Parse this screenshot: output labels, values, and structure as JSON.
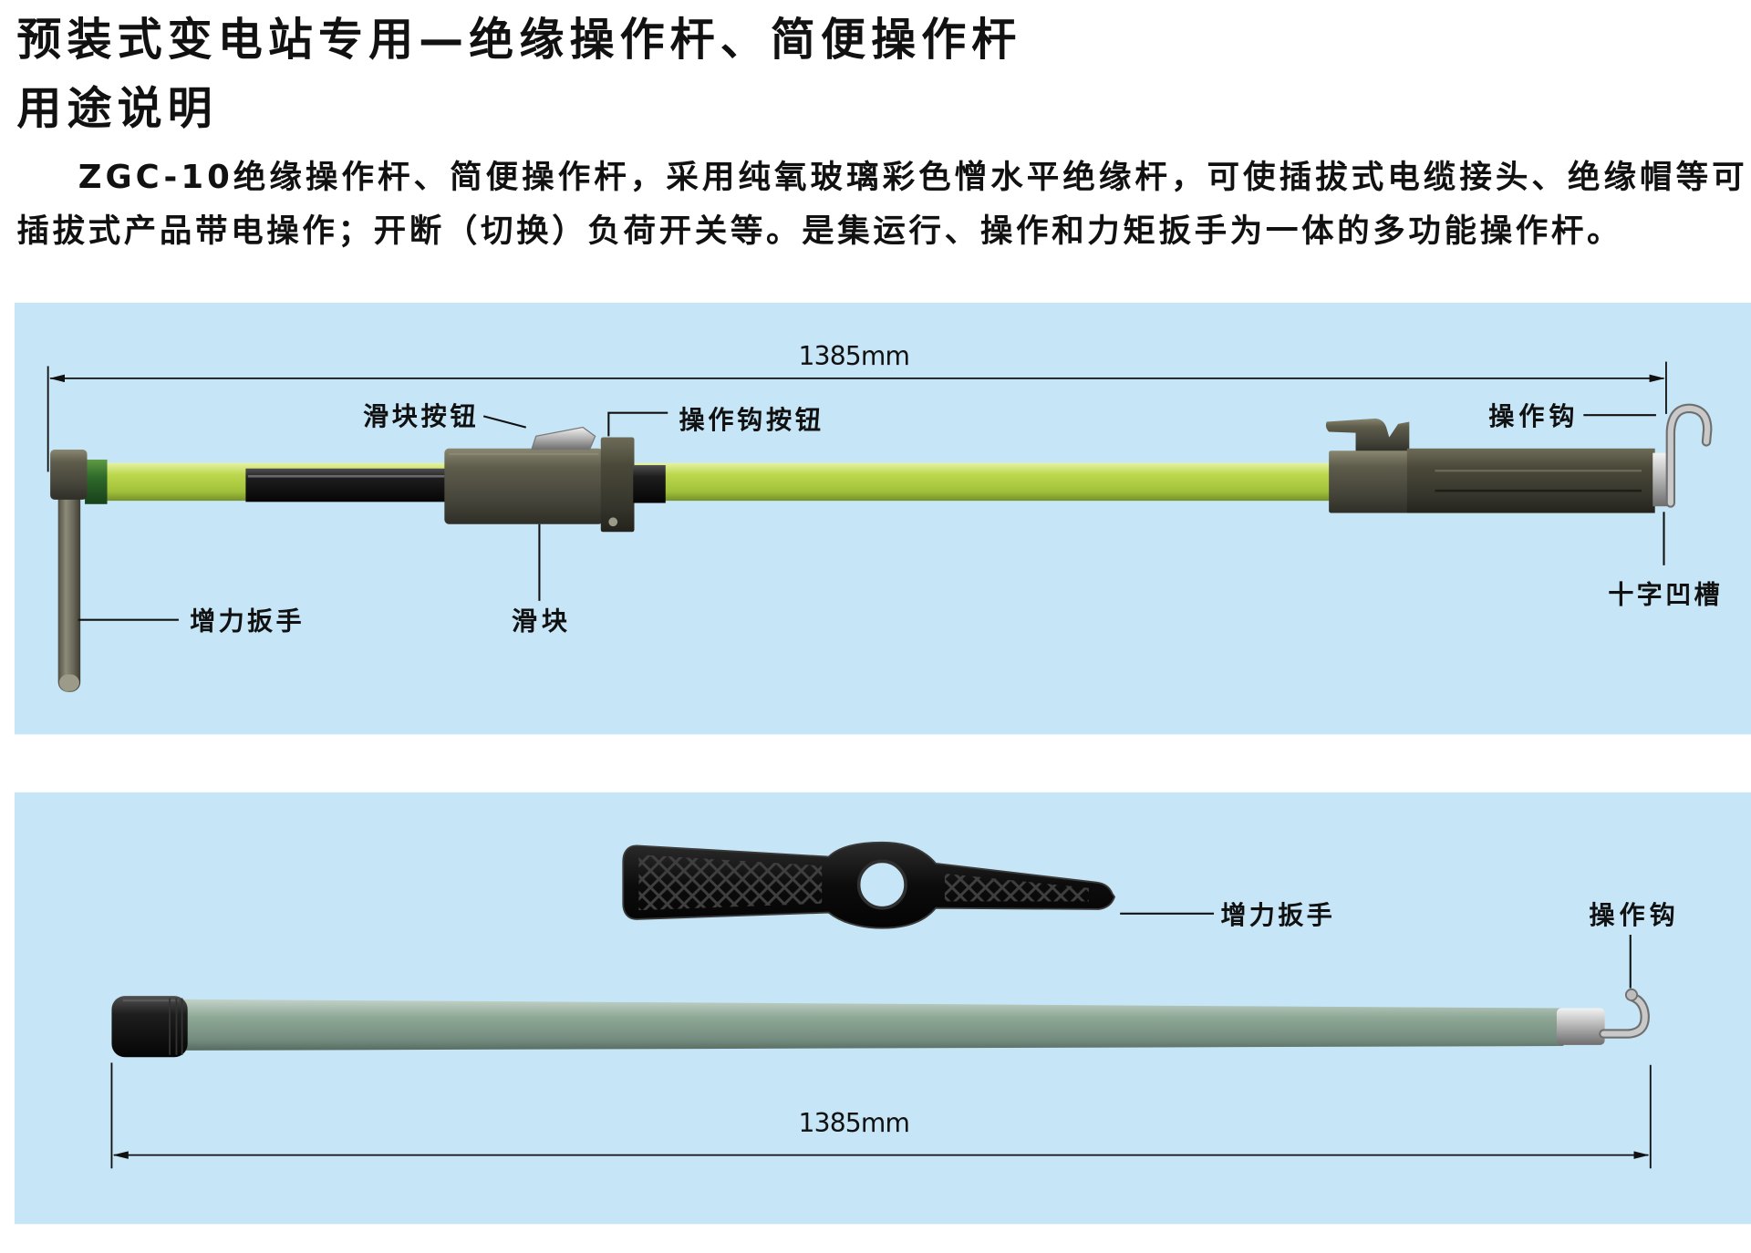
{
  "header": {
    "title": "预装式变电站专用—绝缘操作杆、简便操作杆",
    "section_heading": "用途说明",
    "description_lines": [
      "ZGC-10绝缘操作杆、简便操作杆，采用纯氧玻璃彩色憎水平绝缘杆，可使插拔式电缆接头、绝缘帽等可",
      "插拔式产品带电操作；开断（切换）负荷开关等。是集运行、操作和力矩扳手为一体的多功能操作杆。"
    ]
  },
  "insulated_rod_figure": {
    "length_dimension": "1385mm",
    "labels": {
      "slider_button": "滑块按钮",
      "hook_button": "操作钩按钮",
      "hook": "操作钩",
      "torque_wrench": "增力扳手",
      "slider": "滑块",
      "cross_groove": "十字凹槽"
    }
  },
  "simple_rod_figure": {
    "length_dimension": "1385mm",
    "labels": {
      "torque_wrench": "增力扳手",
      "hook": "操作钩"
    }
  },
  "colors": {
    "page_background": "#ffffff",
    "panel_background": "#c6e6f7",
    "text": "#111111",
    "insulated_rod_tube": "#bcd84e",
    "simple_rod_tube": "#8ea896",
    "metal_hook": "#c9c9c9"
  }
}
